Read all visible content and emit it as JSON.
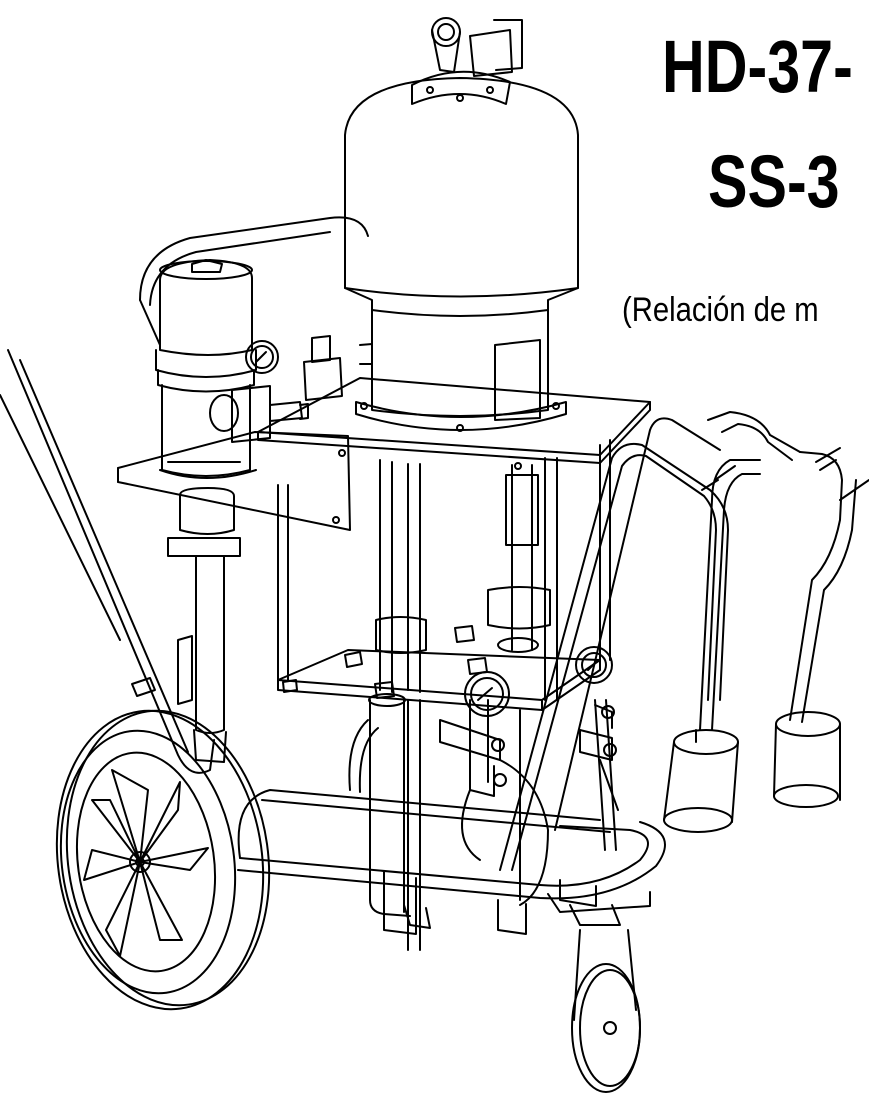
{
  "document": {
    "title_line1": "HD-37-",
    "title_line2": "SS-3",
    "subtitle": "(Relación de m"
  },
  "illustration": {
    "subject": "airless pump cart line drawing"
  },
  "colors": {
    "ink": "#000000",
    "paper": "#ffffff"
  }
}
